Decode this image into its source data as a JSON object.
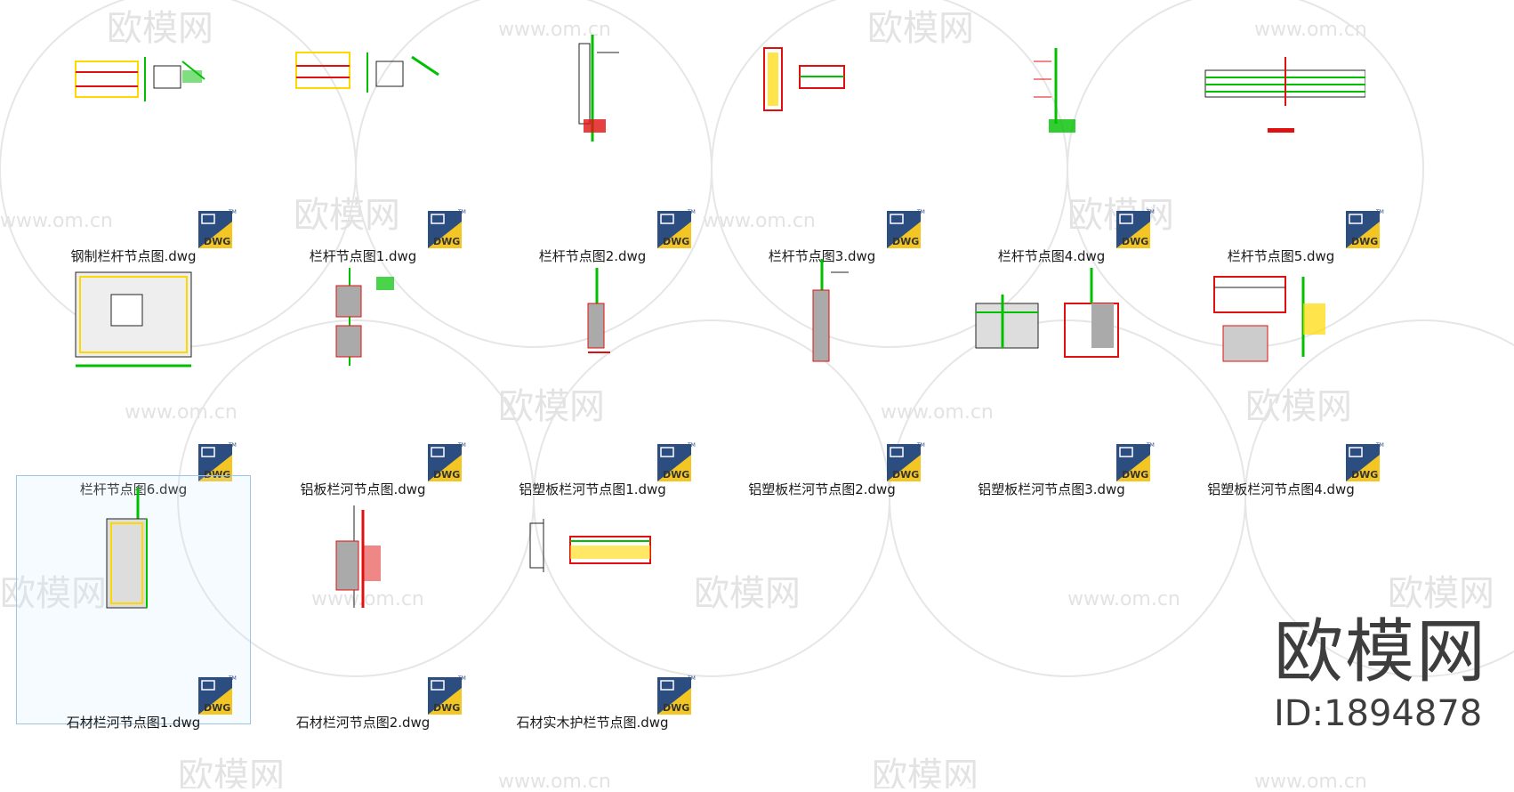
{
  "files": [
    {
      "name": "钢制栏杆节点图.dwg",
      "icon": "dwg-file-icon",
      "selected": false
    },
    {
      "name": "栏杆节点图1.dwg",
      "icon": "dwg-file-icon",
      "selected": false
    },
    {
      "name": "栏杆节点图2.dwg",
      "icon": "dwg-file-icon",
      "selected": false
    },
    {
      "name": "栏杆节点图3.dwg",
      "icon": "dwg-file-icon",
      "selected": false
    },
    {
      "name": "栏杆节点图4.dwg",
      "icon": "dwg-file-icon",
      "selected": false
    },
    {
      "name": "栏杆节点图5.dwg",
      "icon": "dwg-file-icon",
      "selected": false
    },
    {
      "name": "栏杆节点图6.dwg",
      "icon": "dwg-file-icon",
      "selected": false
    },
    {
      "name": "铝板栏河节点图.dwg",
      "icon": "dwg-file-icon",
      "selected": false
    },
    {
      "name": "铝塑板栏河节点图1.dwg",
      "icon": "dwg-file-icon",
      "selected": false
    },
    {
      "name": "铝塑板栏河节点图2.dwg",
      "icon": "dwg-file-icon",
      "selected": false
    },
    {
      "name": "铝塑板栏河节点图3.dwg",
      "icon": "dwg-file-icon",
      "selected": false
    },
    {
      "name": "铝塑板栏河节点图4.dwg",
      "icon": "dwg-file-icon",
      "selected": false
    },
    {
      "name": "石材栏河节点图1.dwg",
      "icon": "dwg-file-icon",
      "selected": true
    },
    {
      "name": "石材栏河节点图2.dwg",
      "icon": "dwg-file-icon",
      "selected": false
    },
    {
      "name": "石材实木护栏节点图.dwg",
      "icon": "dwg-file-icon",
      "selected": false
    }
  ],
  "icon_label": "DWG",
  "icon_tm": "TM",
  "watermark": {
    "text_cn": "欧模网",
    "text_url": "www.om.cn"
  },
  "brand": {
    "name": "欧模网",
    "id": "ID:1894878"
  },
  "colors": {
    "selection_border": "#99c6e8",
    "icon_blue": "#2c4d80",
    "icon_yellow": "#f3c623",
    "cad_red": "#e01010",
    "cad_green": "#00c000",
    "cad_yellow": "#ffd800"
  }
}
